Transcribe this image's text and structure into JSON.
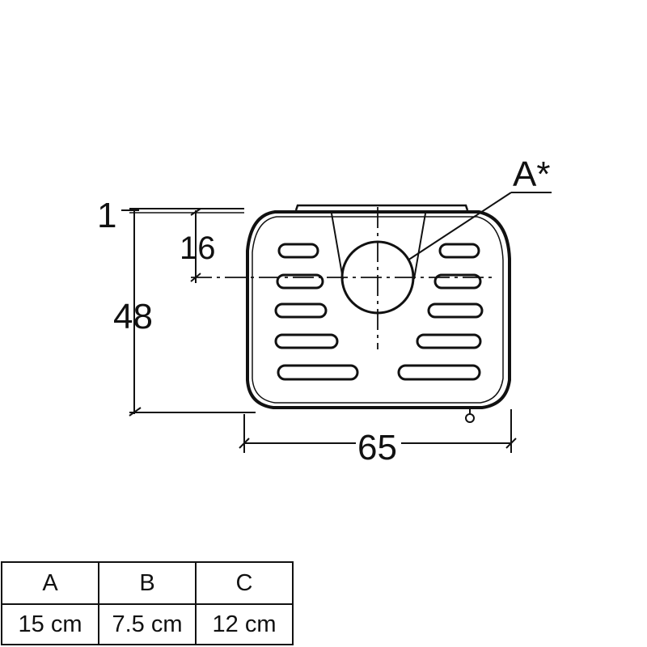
{
  "dimensions": {
    "top_offset": "1",
    "center_offset": "16",
    "height": "48",
    "width": "65",
    "flue_label": "A*"
  },
  "spec_table": {
    "headers": [
      "A",
      "B",
      "C"
    ],
    "values": [
      "15 cm",
      "7.5 cm",
      "12 cm"
    ]
  }
}
